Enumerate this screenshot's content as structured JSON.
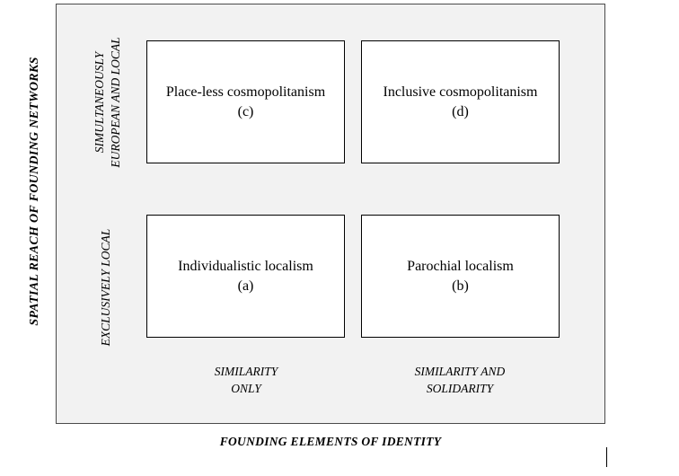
{
  "axes": {
    "y_title": "SPATIAL REACH OF FOUNDING NETWORKS",
    "x_title": "FOUNDING ELEMENTS OF IDENTITY"
  },
  "rows": {
    "top": [
      "SIMULTANEOUSLY",
      "EUROPEAN AND LOCAL"
    ],
    "bottom": "EXCLUSIVELY LOCAL"
  },
  "columns": {
    "left": [
      "SIMILARITY",
      "ONLY"
    ],
    "right": [
      "SIMILARITY AND",
      "SOLIDARITY"
    ]
  },
  "cells": {
    "c": {
      "title": "Place-less cosmopolitanism",
      "letter": "(c)"
    },
    "d": {
      "title": "Inclusive cosmopolitanism",
      "letter": "(d)"
    },
    "a": {
      "title": "Individualistic localism",
      "letter": "(a)"
    },
    "b": {
      "title": "Parochial localism",
      "letter": "(b)"
    }
  }
}
